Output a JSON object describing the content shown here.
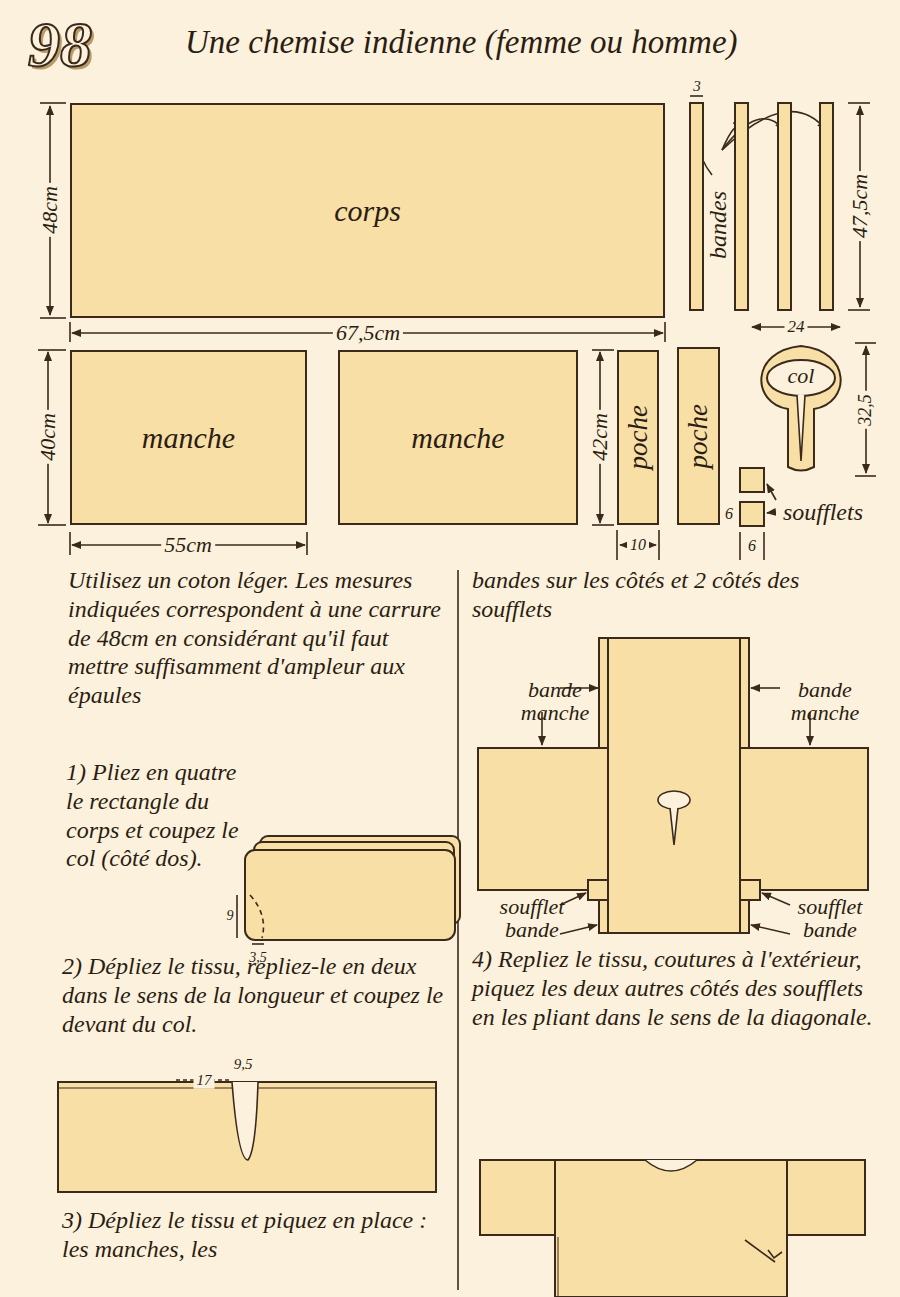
{
  "diagram": {
    "title": "Une chemise indienne (femme ou homme)",
    "nodes": [
      {
        "text": [
          "corps"
        ]
      },
      {
        "text": [
          "manche"
        ]
      },
      {
        "text": [
          "manche"
        ]
      },
      {
        "text": [
          "poche"
        ]
      },
      {
        "text": [
          "poche"
        ]
      },
      {
        "text": [
          "col"
        ]
      }
    ],
    "labels": [
      "98",
      "48cm",
      "67,5cm",
      "3",
      "bandes",
      "47,5cm",
      "24",
      "32,5",
      "40cm",
      "55cm",
      "42cm",
      "10",
      "6",
      "6",
      "soufflets",
      "Utilisez un coton léger. Les mesures indiquées correspondent à une carrure de 48cm en considérant qu'il faut mettre suffisamment d'ampleur aux épaules",
      "1) Pliez en quatre le rectangle du corps et coupez le col (côté dos).",
      "9",
      "3,5",
      "2) Dépliez le tissu, repliez-le en deux dans le sens de la longueur et coupez le devant du col.",
      "17",
      "9,5",
      "3) Dépliez le tissu et piquez en place : les manches, les",
      "bandes sur les côtés et 2 côtés des soufflets",
      "bande manche",
      "bande manche",
      "soufflet bande",
      "soufflet bande",
      "4) Repliez le tissu, coutures à l'extérieur, piquez les deux autres côtés des soufflets en les pliant dans le sens de la diagonale."
    ]
  }
}
